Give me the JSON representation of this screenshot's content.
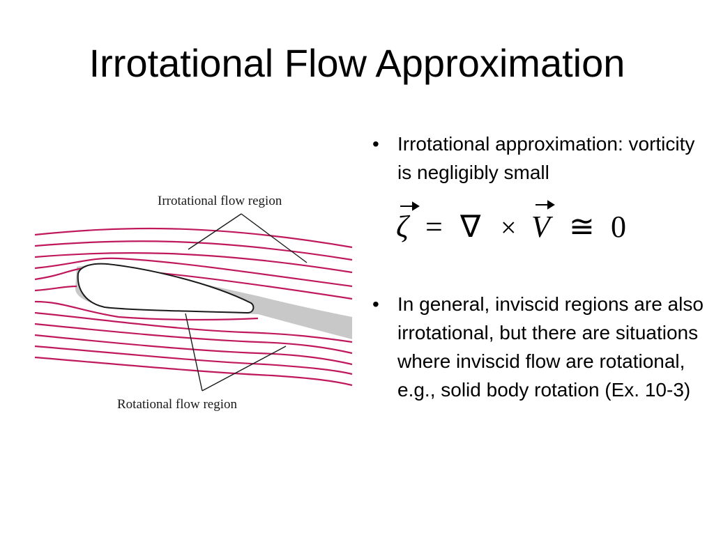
{
  "slide": {
    "title": "Irrotational Flow Approximation"
  },
  "figure": {
    "irrotational_label": "Irrotational flow region",
    "rotational_label": "Rotational flow region",
    "streamline_color": "#c0185c",
    "wake_color": "#c8c8c8"
  },
  "bullets": [
    {
      "dot": "•",
      "text": "Irrotational approximation: vorticity is negligibly small"
    },
    {
      "dot": "•",
      "text": "In general, inviscid regions are also irrotational, but there are situations where inviscid flow are rotational, e.g., solid body rotation (Ex. 10-3)"
    }
  ],
  "formula": {
    "zeta": "ζ",
    "equals": "=",
    "nabla": "∇",
    "times": "×",
    "vel": "V",
    "approx": "≅",
    "zero": "0"
  }
}
